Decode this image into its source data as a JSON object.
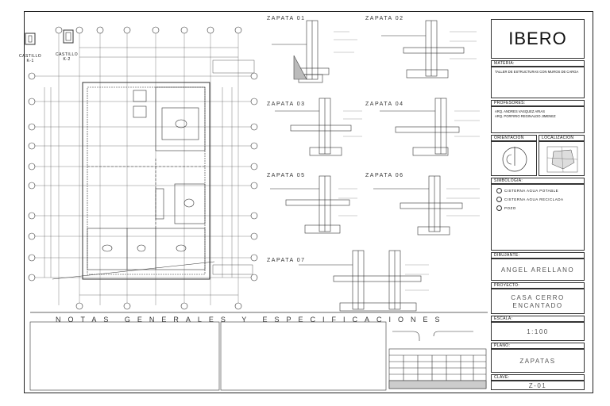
{
  "footings": {
    "z01": "ZAPATA 01",
    "z02": "ZAPATA 02",
    "z03": "ZAPATA 03",
    "z04": "ZAPATA 04",
    "z05": "ZAPATA 05",
    "z06": "ZAPATA 06",
    "z07": "ZAPATA 07"
  },
  "castillos": {
    "k1_name": "CASTILLO",
    "k1_code": "K-1",
    "k2_name": "CASTILLO",
    "k2_code": "K-2"
  },
  "notes": {
    "title": "NOTAS GENERALES Y ESPECIFICACIONES"
  },
  "title_block": {
    "logo": "IBERO",
    "materia_label": "MATERIA:",
    "materia_value": "TALLER DE ESTRUCTURAS CON MUROS DE CARGA",
    "profesores_label": "PROFESORES:",
    "profesor_1": "ARQ. ANDRES VASQUEZ ARIAS",
    "profesor_2": "ARQ. PORFIRIO REGINALDO JIMENEZ",
    "orientacion_label": "ORIENTACION",
    "localizacion_label": "LOCALIZACION",
    "simbologia_label": "SIMBOLOGIA:",
    "sym_1": "CISTERNA AGUA POTABLE",
    "sym_2": "CISTERNA AGUA RECICLADA",
    "sym_3": "POZO",
    "dibujante_label": "DIBUJANTE:",
    "dibujante": "ANGEL ARELLANO",
    "proyecto_label": "PROYECTO:",
    "proyecto_1": "CASA CERRO",
    "proyecto_2": "ENCANTADO",
    "escala_label": "ESCALA:",
    "escala": "1:100",
    "plano_label": "PLANO:",
    "plano": "ZAPATAS",
    "clave_label": "CLAVE:",
    "clave": "Z-01"
  }
}
